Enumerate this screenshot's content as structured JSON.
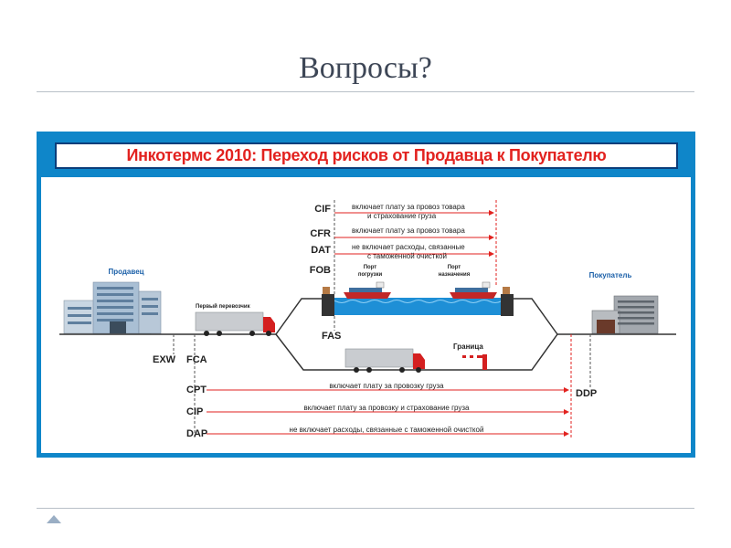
{
  "slide": {
    "title": "Вопросы?"
  },
  "banner": {
    "title": "Инкотермс 2010: Переход рисков от Продавца к Покупателю"
  },
  "parties": {
    "seller": "Продавец",
    "buyer": "Покупатель"
  },
  "labels": {
    "first_carrier": "Первый перевозчик",
    "port_loading": [
      "Порт",
      "погрузки"
    ],
    "port_destination": [
      "Порт",
      "назначения"
    ],
    "border": "Граница"
  },
  "terms": {
    "exw": "EXW",
    "fca": "FCA",
    "fas": "FAS",
    "fob": "FOB",
    "cif": "CIF",
    "cfr": "CFR",
    "dat": "DAT",
    "cpt": "CPT",
    "cip": "CIP",
    "dap": "DAP",
    "ddp": "DDP"
  },
  "notes": {
    "cif": [
      "включает плату за провоз товара",
      "и страхование груза"
    ],
    "cfr": "включает плату за провоз товара",
    "dat": [
      "не включает расходы, связанные",
      "с таможенной очисткой"
    ],
    "cpt": "включает плату за провозку груза",
    "cip": "включает плату за провозку и страхование груза",
    "dap": "не включает расходы, связанные с таможенной очисткой"
  },
  "colors": {
    "panel": "#0f86c9",
    "banner_text": "#e2221f",
    "arrow": "#e2221f",
    "water": "#1e8fd6",
    "truck_cab": "#d42020"
  }
}
